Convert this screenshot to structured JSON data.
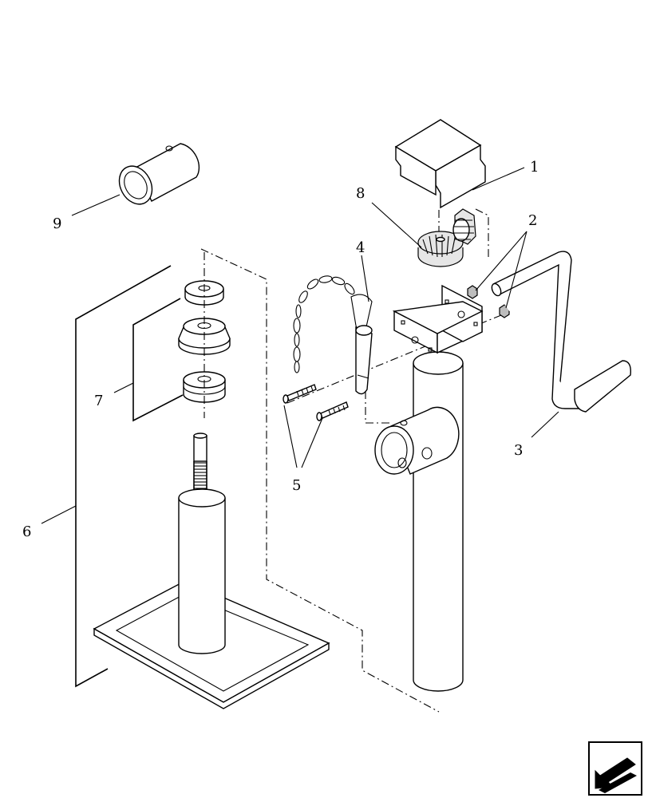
{
  "diagram": {
    "callouts": [
      {
        "id": "c1",
        "label": "1"
      },
      {
        "id": "c2",
        "label": "2"
      },
      {
        "id": "c3",
        "label": "3"
      },
      {
        "id": "c4",
        "label": "4"
      },
      {
        "id": "c5",
        "label": "5"
      },
      {
        "id": "c6",
        "label": "6"
      },
      {
        "id": "c7",
        "label": "7"
      },
      {
        "id": "c8",
        "label": "8"
      },
      {
        "id": "c9",
        "label": "9"
      }
    ]
  },
  "icons": {
    "navigation": "back-arrow-icon"
  }
}
